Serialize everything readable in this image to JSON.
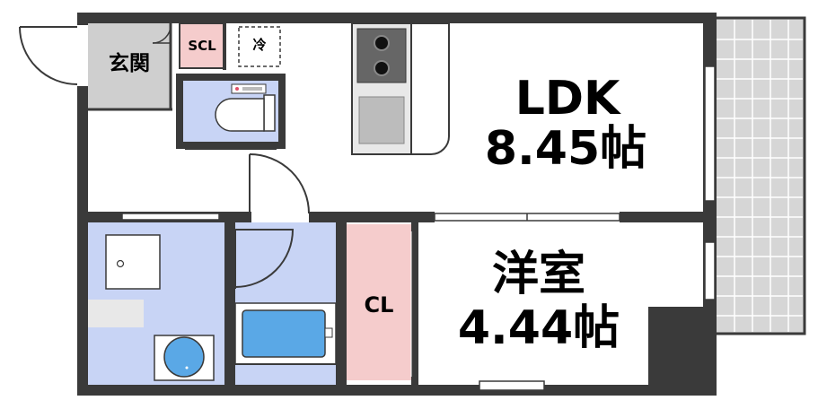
{
  "rooms": {
    "ldk_name": "LDK",
    "ldk_size": "8.45帖",
    "western_name": "洋室",
    "western_size": "4.44帖",
    "closet": "CL",
    "shoe_closet": "SCL",
    "fridge": "冷",
    "entrance": "玄関"
  },
  "colors": {
    "wall": "#3a3a3a",
    "water": "#c8d4f5",
    "closet": "#f5cccc",
    "entrance_floor": "#cfcfcf",
    "balcony": "#d4d4d4",
    "fixture_blue": "#5aa8e6"
  }
}
